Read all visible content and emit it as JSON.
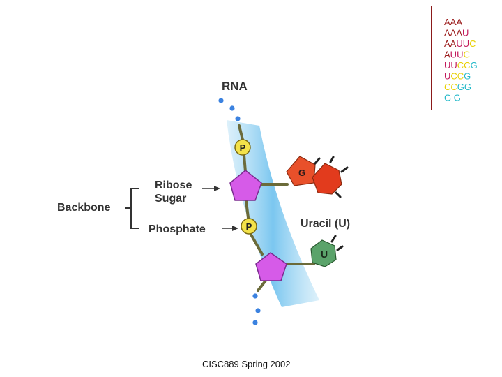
{
  "diagram": {
    "title": "RNA",
    "backbone_label": "Backbone",
    "ribose_label_line1": "Ribose",
    "ribose_label_line2": "Sugar",
    "phosphate_label": "Phosphate",
    "phosphate_symbol": "P",
    "guanine_symbol": "G",
    "uracil_symbol": "U",
    "uracil_label": "Uracil (U)"
  },
  "sequence": {
    "colors": {
      "A": "#9b1b1b",
      "U": "#c2185b",
      "C": "#e8d000",
      "G": "#22b8c8",
      "divider": "#8b1a1a"
    },
    "rows": [
      [
        [
          "A",
          "A"
        ],
        [
          "A",
          "A"
        ],
        [
          "A",
          "A"
        ]
      ],
      [
        [
          "A",
          "A"
        ],
        [
          "A",
          "A"
        ],
        [
          "A",
          "A"
        ],
        [
          "U",
          "U"
        ]
      ],
      [
        [
          "A",
          "A"
        ],
        [
          "A",
          "A"
        ],
        [
          "U",
          "U"
        ],
        [
          "U",
          "U"
        ],
        [
          "C",
          "C"
        ]
      ],
      [
        [
          "A",
          "A"
        ],
        [
          "U",
          "U"
        ],
        [
          "U",
          "U"
        ],
        [
          "C",
          "C"
        ]
      ],
      [
        [
          "U",
          "U"
        ],
        [
          "U",
          "U"
        ],
        [
          "C",
          "C"
        ],
        [
          "C",
          "C"
        ],
        [
          "G",
          "G"
        ]
      ],
      [
        [
          "U",
          "U"
        ],
        [
          "C",
          "C"
        ],
        [
          "C",
          "C"
        ],
        [
          "G",
          "G"
        ]
      ],
      [
        [
          "C",
          "C"
        ],
        [
          "C",
          "C"
        ],
        [
          "G",
          "G"
        ],
        [
          "G",
          "G"
        ]
      ],
      [
        [
          "G",
          "  G"
        ],
        [
          "G",
          " G"
        ]
      ]
    ]
  },
  "footer": {
    "text": "CISC889 Spring 2002"
  }
}
